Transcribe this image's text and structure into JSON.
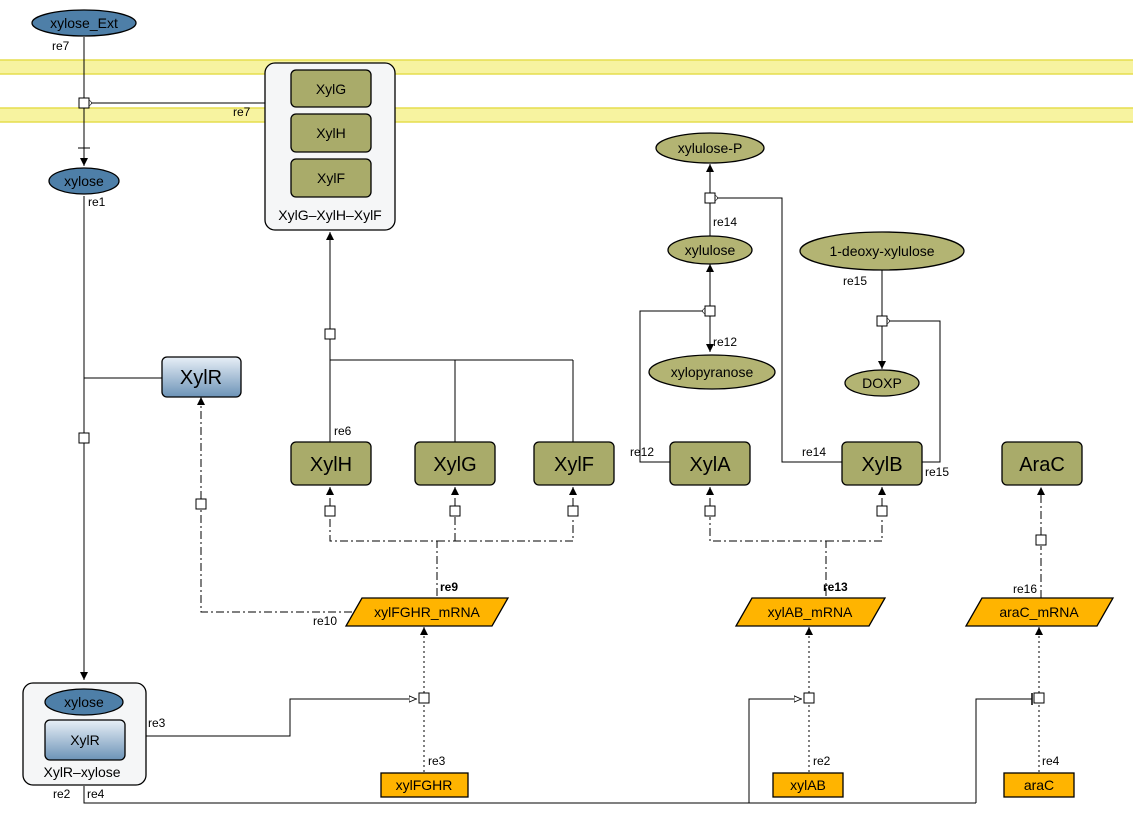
{
  "compartment": {
    "color": "#f7f3a0"
  },
  "species": {
    "xylose_ext": "xylose_Ext",
    "xylose": "xylose",
    "xylR": "XylR",
    "xylR_xylose_label": "XylR–xylose",
    "complex_xylose": "xylose",
    "complex_xylR": "XylR",
    "xylGHF_complex_label": "XylG–XylH–XylF",
    "complex_xylG": "XylG",
    "complex_xylH": "XylH",
    "complex_xylF": "XylF",
    "xylH": "XylH",
    "xylG": "XylG",
    "xylF": "XylF",
    "xylA": "XylA",
    "xylB": "XylB",
    "araC": "AraC",
    "xylulose_p": "xylulose-P",
    "xylulose": "xylulose",
    "xylopyranose": "xylopyranose",
    "deoxy_xylulose": "1-deoxy-xylulose",
    "doxp": "DOXP",
    "xylFGHR_mRNA": "xylFGHR_mRNA",
    "xylAB_mRNA": "xylAB_mRNA",
    "araC_mRNA": "araC_mRNA",
    "xylFGHR_gene": "xylFGHR",
    "xylAB_gene": "xylAB",
    "araC_gene": "araC"
  },
  "reactions": {
    "re7_top": "re7",
    "re7_side": "re7",
    "re1": "re1",
    "re6": "re6",
    "re14_top": "re14",
    "re12_mid": "re12",
    "re15_top": "re15",
    "re12_side": "re12",
    "re14_side": "re14",
    "re15_side": "re15",
    "re8_9": "re9",
    "re10": "re10",
    "re11_13": "re13",
    "re16": "re16",
    "re3_left": "re3",
    "re3_gene": "re3",
    "re2_gene": "re2",
    "re4_gene": "re4",
    "re2_bottom": "re2",
    "re4_bottom": "re4"
  },
  "colors": {
    "protein": "#a9ab6a",
    "metabolite_olive": "#b3b473",
    "metabolite_blue": "#4e7fa8",
    "mrna": "#ffb400",
    "receptor_blue_top": "#e6eef6",
    "receptor_blue_bottom": "#6f95b8"
  }
}
